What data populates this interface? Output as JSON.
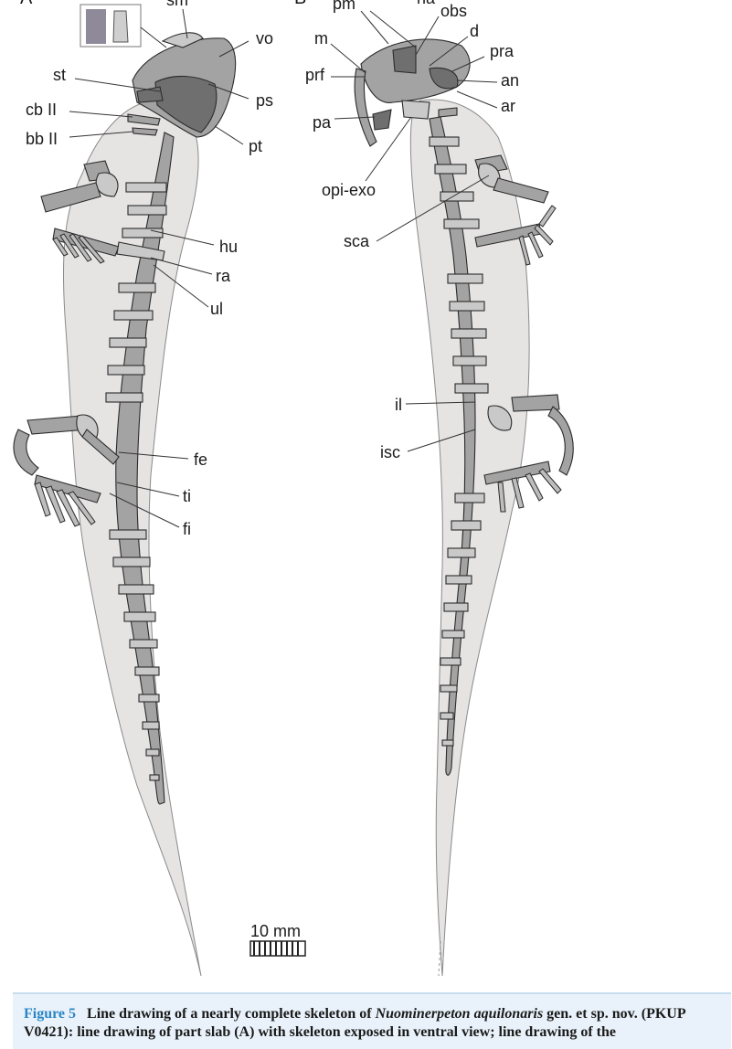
{
  "figure": {
    "panel_a_letter": "A",
    "panel_b_letter": "B",
    "labels_a": {
      "sm": "sm",
      "vo": "vo",
      "st": "st",
      "ps": "ps",
      "cb": "cb II",
      "bb": "bb II",
      "pt": "pt",
      "hu": "hu",
      "ra": "ra",
      "ul": "ul",
      "fe": "fe",
      "ti": "ti",
      "fi": "fi"
    },
    "labels_b": {
      "pm": "pm",
      "na": "na",
      "obs": "obs",
      "m": "m",
      "d": "d",
      "pra": "pra",
      "prf": "prf",
      "an": "an",
      "ar": "ar",
      "pa": "pa",
      "opi": "opi-exo",
      "sca": "sca",
      "il": "il",
      "isc": "isc"
    },
    "scale_bar": "10 mm"
  },
  "caption": {
    "figure_label": "Figure 5",
    "text_1": "Line drawing of a nearly complete skeleton of",
    "species": "Nuominerpeton aquilonaris",
    "text_2": "gen. et sp. nov. (PKUP V0421): line drawing of part slab (A) with skeleton exposed in ventral view; line drawing of the"
  },
  "colors": {
    "body_outline": "#e6e3e3",
    "bone": "#a3a3a3",
    "bone_dark": "#6f6f6f",
    "caption_bg": "#e9f2fa",
    "figure_label": "#2a86c7"
  }
}
